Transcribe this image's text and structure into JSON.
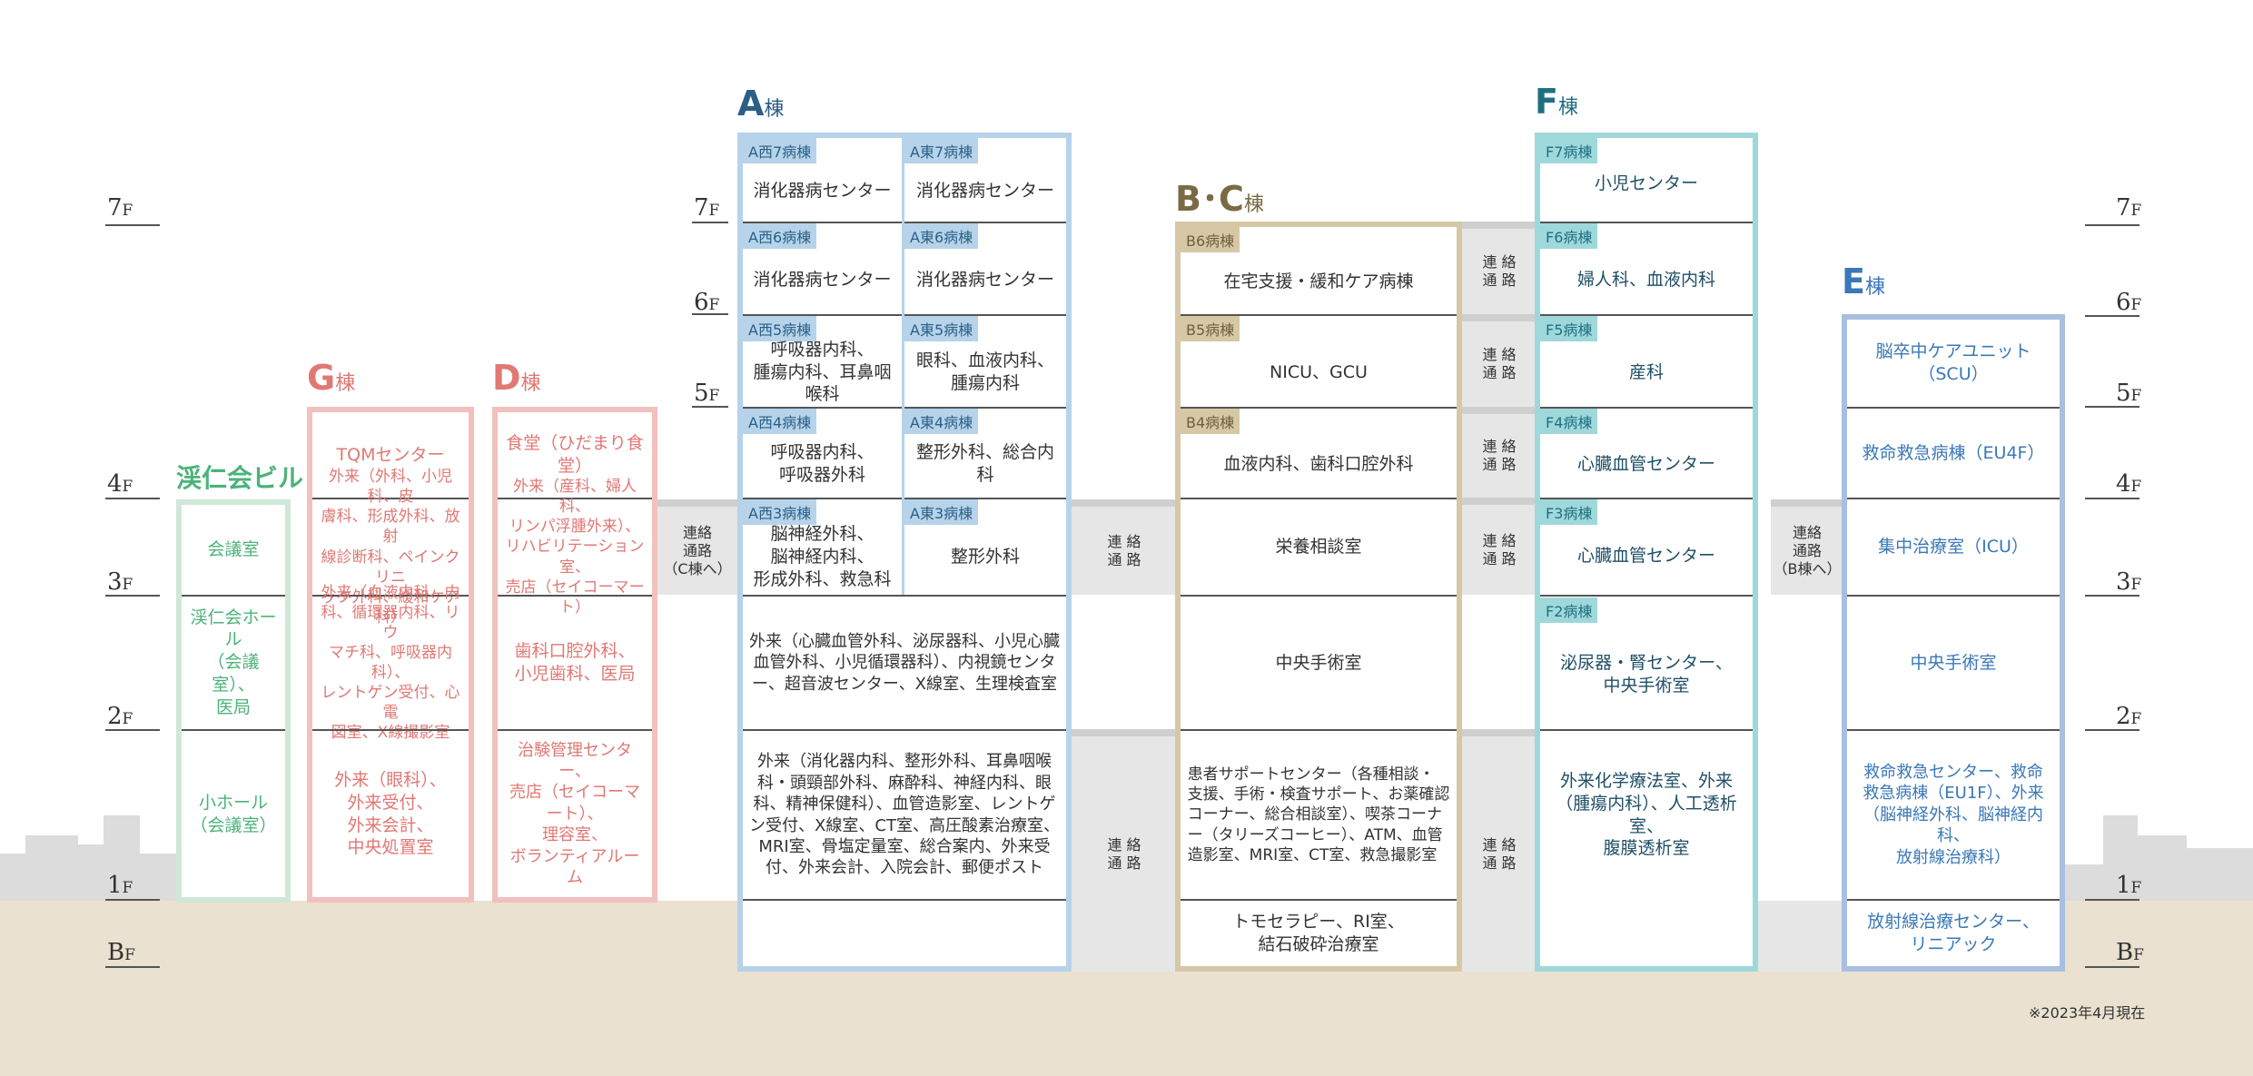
{
  "floors": [
    {
      "id": "7",
      "label": "7",
      "unit": "F"
    },
    {
      "id": "6",
      "label": "6",
      "unit": "F"
    },
    {
      "id": "5",
      "label": "5",
      "unit": "F"
    },
    {
      "id": "4",
      "label": "4",
      "unit": "F"
    },
    {
      "id": "3",
      "label": "3",
      "unit": "F"
    },
    {
      "id": "2",
      "label": "2",
      "unit": "F"
    },
    {
      "id": "1",
      "label": "1",
      "unit": "F"
    },
    {
      "id": "B",
      "label": "B",
      "unit": "F"
    }
  ],
  "note": "※2023年4月現在",
  "colors": {
    "keijin": "#6dc491",
    "g": "#e07874",
    "d": "#e07874",
    "a": "#b6d3ea",
    "bc": "#d6c8a5",
    "f": "#9fd8db",
    "e": "#a9bfe0",
    "ground": "#ebe1d0",
    "corridor": "#e6e6e6"
  },
  "buildings": {
    "keijin": {
      "title": "渓仁会ビル",
      "suffix": "",
      "cells": [
        "会議室",
        "渓仁会ホール\n（会議室）、\n医局",
        "小ホール\n（会議室）"
      ]
    },
    "g": {
      "title": "G",
      "suffix": "棟",
      "cells": [
        "TQMセンター",
        "外来（外科、小児科、皮\n膚科、形成外科、放射\n線診断科、ペインクリニ\nック外科、緩和ケア科）",
        "外来（血液内科、内\n科、循環器内科、リウ\nマチ科、呼吸器内科）、\nレントゲン受付、心電\n図室、X線撮影室",
        "外来（眼科）、\n外来受付、\n外来会計、\n中央処置室"
      ]
    },
    "d": {
      "title": "D",
      "suffix": "棟",
      "cells": [
        "食堂（ひだまり食堂）",
        "外来（産科、婦人科、\nリンパ浮腫外来）、\nリハビリテーション室、\n売店（セイコーマート）",
        "歯科口腔外科、\n小児歯科、医局",
        "治験管理センター、\n売店（セイコーマート）、\n理容室、\nボランティアルーム"
      ]
    },
    "a": {
      "title": "A",
      "suffix": "棟",
      "west": [
        {
          "tag": "A西7病棟",
          "text": "消化器病センター"
        },
        {
          "tag": "A西6病棟",
          "text": "消化器病センター"
        },
        {
          "tag": "A西5病棟",
          "text": "呼吸器内科、\n腫瘍内科、耳鼻咽喉科"
        },
        {
          "tag": "A西4病棟",
          "text": "呼吸器内科、\n呼吸器外科"
        },
        {
          "tag": "A西3病棟",
          "text": "脳神経外科、\n脳神経内科、\n形成外科、救急科"
        }
      ],
      "east": [
        {
          "tag": "A東7病棟",
          "text": "消化器病センター"
        },
        {
          "tag": "A東6病棟",
          "text": "消化器病センター"
        },
        {
          "tag": "A東5病棟",
          "text": "眼科、血液内科、\n腫瘍内科"
        },
        {
          "tag": "A東4病棟",
          "text": "整形外科、総合内科"
        },
        {
          "tag": "A東3病棟",
          "text": "整形外科"
        }
      ],
      "floor2": "外来（心臓血管外科、泌尿器科、小児心臓\n血管外科、小児循環器科）、内視鏡センタ\nー、超音波センター、X線室、生理検査室",
      "floor1": "外来（消化器内科、整形外科、耳鼻咽喉\n科・頭頸部外科、麻酔科、神経内科、眼\n科、精神保健科）、血管造影室、レントゲ\nン受付、X線室、CT室、高圧酸素治療室、\nMRI室、骨塩定量室、総合案内、外来受\n付、外来会計、入院会計、郵便ポスト"
    },
    "bc": {
      "title": "B･C",
      "suffix": "棟",
      "wards": [
        {
          "tag": "B6病棟",
          "text": "在宅支援・緩和ケア病棟"
        },
        {
          "tag": "B5病棟",
          "text": "NICU、GCU"
        },
        {
          "tag": "B4病棟",
          "text": "血液内科、歯科口腔外科"
        }
      ],
      "floor3": "栄養相談室",
      "floor2": "中央手術室",
      "floor1": "患者サポートセンター（各種相談・\n支援、手術・検査サポート、お薬確認\nコーナー、総合相談室）、喫茶コーナ\nー（タリーズコーヒー）、ATM、血管\n造影室、MRI室、CT室、救急撮影室",
      "basement": "トモセラピー、RI室、\n結石破砕治療室"
    },
    "f": {
      "title": "F",
      "suffix": "棟",
      "wards": [
        {
          "tag": "F7病棟",
          "text": "小児センター"
        },
        {
          "tag": "F6病棟",
          "text": "婦人科、血液内科"
        },
        {
          "tag": "F5病棟",
          "text": "産科"
        },
        {
          "tag": "F4病棟",
          "text": "心臓血管センター"
        },
        {
          "tag": "F3病棟",
          "text": "心臓血管センター"
        },
        {
          "tag": "F2病棟",
          "text": "泌尿器・腎センター、\n中央手術室"
        }
      ],
      "floor1": "外来化学療法室、外来\n（腫瘍内科）、人工透析室、\n腹膜透析室"
    },
    "e": {
      "title": "E",
      "suffix": "棟",
      "cells": [
        "脳卒中ケアユニット（SCU）",
        "救命救急病棟（EU4F）",
        "集中治療室（ICU）",
        "中央手術室",
        "救命救急センター、救命\n救急病棟（EU1F）、外来\n（脳神経外科、脳神経内科、\n放射線治療科）",
        "放射線治療センター、\nリニアック"
      ]
    }
  },
  "corridors": {
    "gd_a": "連絡\n通路\n（C棟へ）",
    "a_bc3": "連 絡\n通 路",
    "a_bc1": "連 絡\n通 路",
    "bc_f6": "連 絡\n通 路",
    "bc_f5": "連 絡\n通 路",
    "bc_f4": "連 絡\n通 路",
    "bc_f3": "連 絡\n通 路",
    "bc_f1": "連 絡\n通 路",
    "f_e": "連絡\n通路\n（B棟へ）"
  }
}
